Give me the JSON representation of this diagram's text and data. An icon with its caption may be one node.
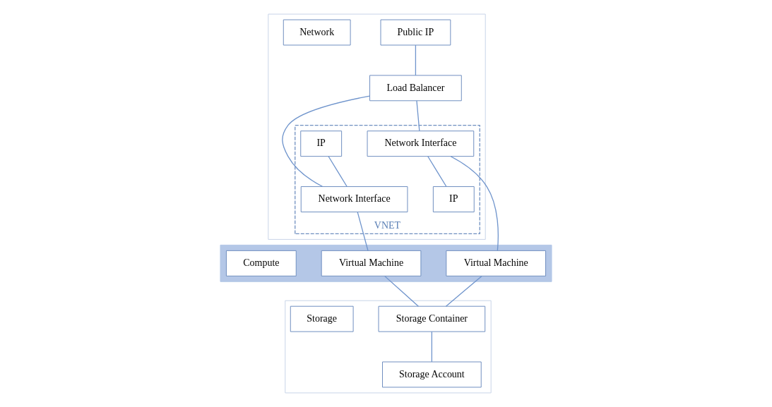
{
  "diagram": {
    "nodes": [
      {
        "text": [],
        "shape": "band"
      },
      {
        "text": [
          "Public IP"
        ],
        "in": 0
      },
      {
        "text": [
          "Load Balancer"
        ],
        "in": 0
      },
      {
        "text": [
          "Network"
        ],
        "in": 0
      },
      {
        "text": [
          "VNET"
        ],
        "in": 0
      },
      {
        "text": [
          "IP"
        ],
        "in": 4
      },
      {
        "text": [
          "Network Interface"
        ],
        "in": 4
      },
      {
        "text": [
          "Network Interface"
        ],
        "in": 4
      },
      {
        "text": [
          "IP"
        ],
        "in": 4
      },
      {
        "text": [],
        "shape": "band"
      },
      {
        "text": [
          "Virtual Machine"
        ],
        "in": 9
      },
      {
        "text": [
          "Virtual Machine"
        ],
        "in": 9
      },
      {
        "text": [
          "Compute"
        ],
        "in": 9
      },
      {
        "text": [],
        "shape": "band"
      },
      {
        "text": [
          "Storage Container"
        ],
        "in": 13
      },
      {
        "text": [
          "Storage Account"
        ],
        "in": 13
      },
      {
        "text": [
          "Storage"
        ],
        "in": 13
      }
    ],
    "edges": [
      {
        "from": 1,
        "to": 2,
        "arrow": "none"
      },
      {
        "from": 2,
        "to": 6,
        "arrow": "none"
      },
      {
        "from": 2,
        "to": 7,
        "arrow": "none"
      },
      {
        "from": 5,
        "to": 6,
        "arrow": "none"
      },
      {
        "from": 7,
        "to": 8,
        "arrow": "none"
      },
      {
        "from": 6,
        "to": 10,
        "arrow": "none"
      },
      {
        "from": 7,
        "to": 11,
        "arrow": "none"
      },
      {
        "from": 10,
        "to": 14,
        "arrow": "none"
      },
      {
        "from": 11,
        "to": 14,
        "arrow": "none"
      },
      {
        "from": 14,
        "to": 15,
        "arrow": "none"
      }
    ]
  }
}
